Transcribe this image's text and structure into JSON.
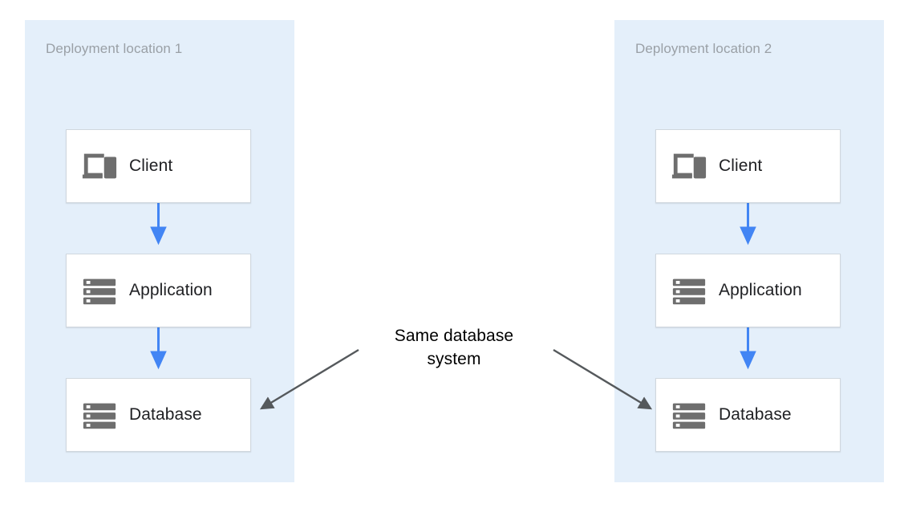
{
  "diagram": {
    "title_text": "Same database system",
    "annotation": {
      "line1": "Same database",
      "line2": "system"
    },
    "colors": {
      "zone_background": "#e4effa",
      "node_fill": "#ffffff",
      "node_border": "#d0d7de",
      "flow_arrow": "#4285f4",
      "callout_arrow": "#55595c",
      "zone_title_text": "#9aa0a6",
      "node_label_text": "#202124",
      "icon_gray": "#6e6e6e",
      "annotation_text": "#000000",
      "page_background": "#ffffff"
    },
    "zones": [
      {
        "id": "deployment-location-1",
        "title": "Deployment location 1",
        "nodes": [
          {
            "id": "client",
            "label": "Client",
            "icon": "devices-icon"
          },
          {
            "id": "application",
            "label": "Application",
            "icon": "server-icon"
          },
          {
            "id": "database",
            "label": "Database",
            "icon": "server-icon"
          }
        ],
        "flows": [
          {
            "from": "client",
            "to": "application",
            "direction": "down"
          },
          {
            "from": "application",
            "to": "database",
            "direction": "down"
          }
        ]
      },
      {
        "id": "deployment-location-2",
        "title": "Deployment location 2",
        "nodes": [
          {
            "id": "client",
            "label": "Client",
            "icon": "devices-icon"
          },
          {
            "id": "application",
            "label": "Application",
            "icon": "server-icon"
          },
          {
            "id": "database",
            "label": "Database",
            "icon": "server-icon"
          }
        ],
        "flows": [
          {
            "from": "client",
            "to": "application",
            "direction": "down"
          },
          {
            "from": "application",
            "to": "database",
            "direction": "down"
          }
        ]
      }
    ],
    "callouts": [
      {
        "id": "callout-left",
        "points_to": "deployment-location-1.database"
      },
      {
        "id": "callout-right",
        "points_to": "deployment-location-2.database"
      }
    ]
  }
}
